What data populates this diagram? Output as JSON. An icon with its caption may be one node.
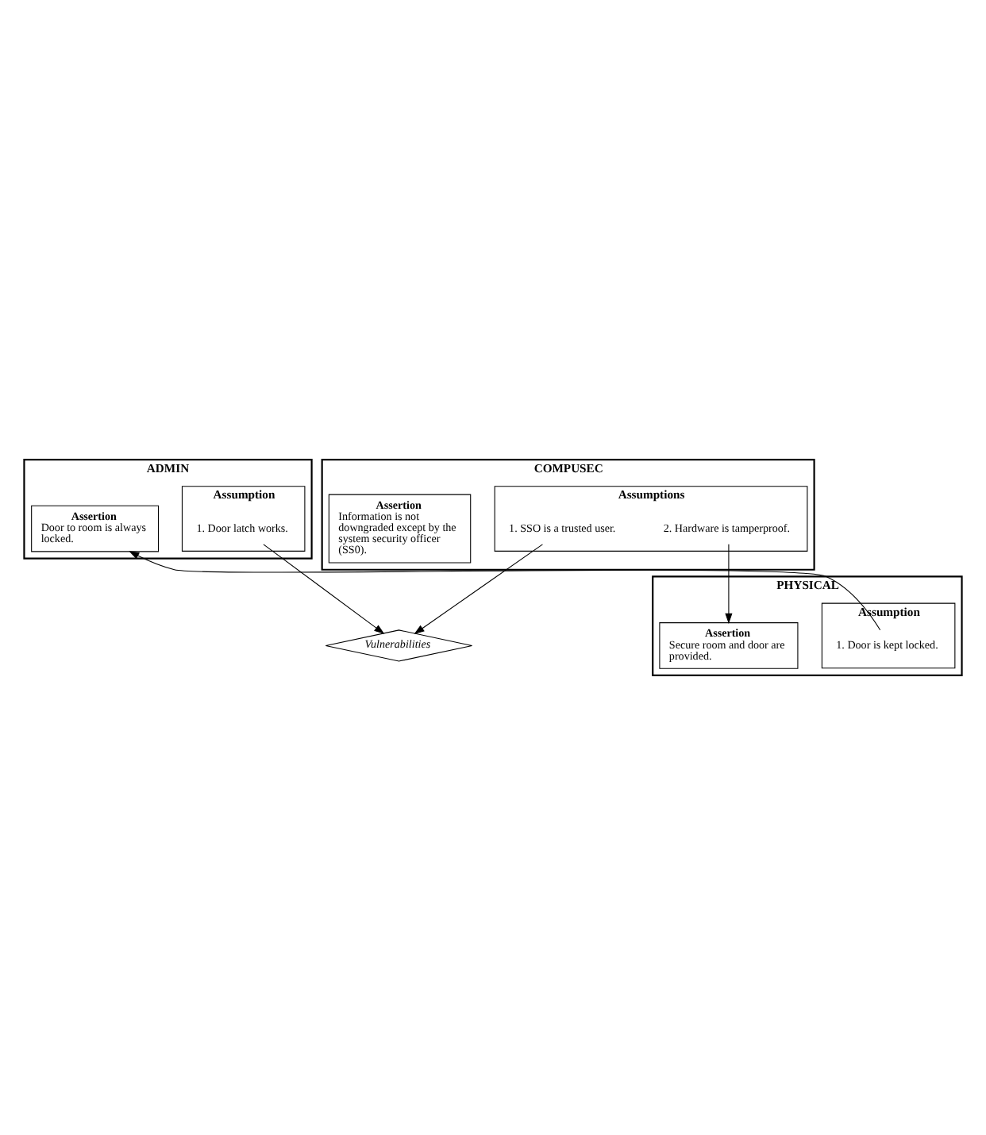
{
  "diagram": {
    "nodes": [
      {
        "text": [
          "COMPUSEC"
        ]
      },
      {
        "text": [
          "Assertion",
          "Information is not downgraded except by the system security officer (SS0)."
        ],
        "in": 0
      },
      {
        "text": [
          "Assumptions"
        ],
        "in": 0
      },
      {
        "text": [
          "1. SSO is a trusted user."
        ],
        "in": 2
      },
      {
        "text": [
          "2. Hardware is tamperproof."
        ],
        "in": 2
      },
      {
        "text": [
          "ADMIN"
        ]
      },
      {
        "text": [
          "Assertion",
          "Door to room is always locked."
        ],
        "in": 5
      },
      {
        "text": [
          "Assumption"
        ],
        "in": 5
      },
      {
        "text": [
          "1. Door latch works."
        ],
        "in": 7
      },
      {
        "text": [
          "PHYSICAL"
        ]
      },
      {
        "text": [
          "Assertion",
          "Secure room and door are provided."
        ],
        "in": 9
      },
      {
        "text": [
          "Assumption"
        ],
        "in": 9
      },
      {
        "text": [
          "1. Door is kept locked."
        ],
        "in": 11
      },
      {
        "text": [
          "Vulnerabilities"
        ]
      }
    ],
    "edges": [
      {
        "from": 3,
        "to": 13,
        "arrow": "to"
      },
      {
        "from": 4,
        "to": 10,
        "arrow": "to"
      },
      {
        "from": 12,
        "to": 6,
        "arrow": "to"
      },
      {
        "from": 8,
        "to": 13,
        "arrow": "to"
      }
    ]
  }
}
